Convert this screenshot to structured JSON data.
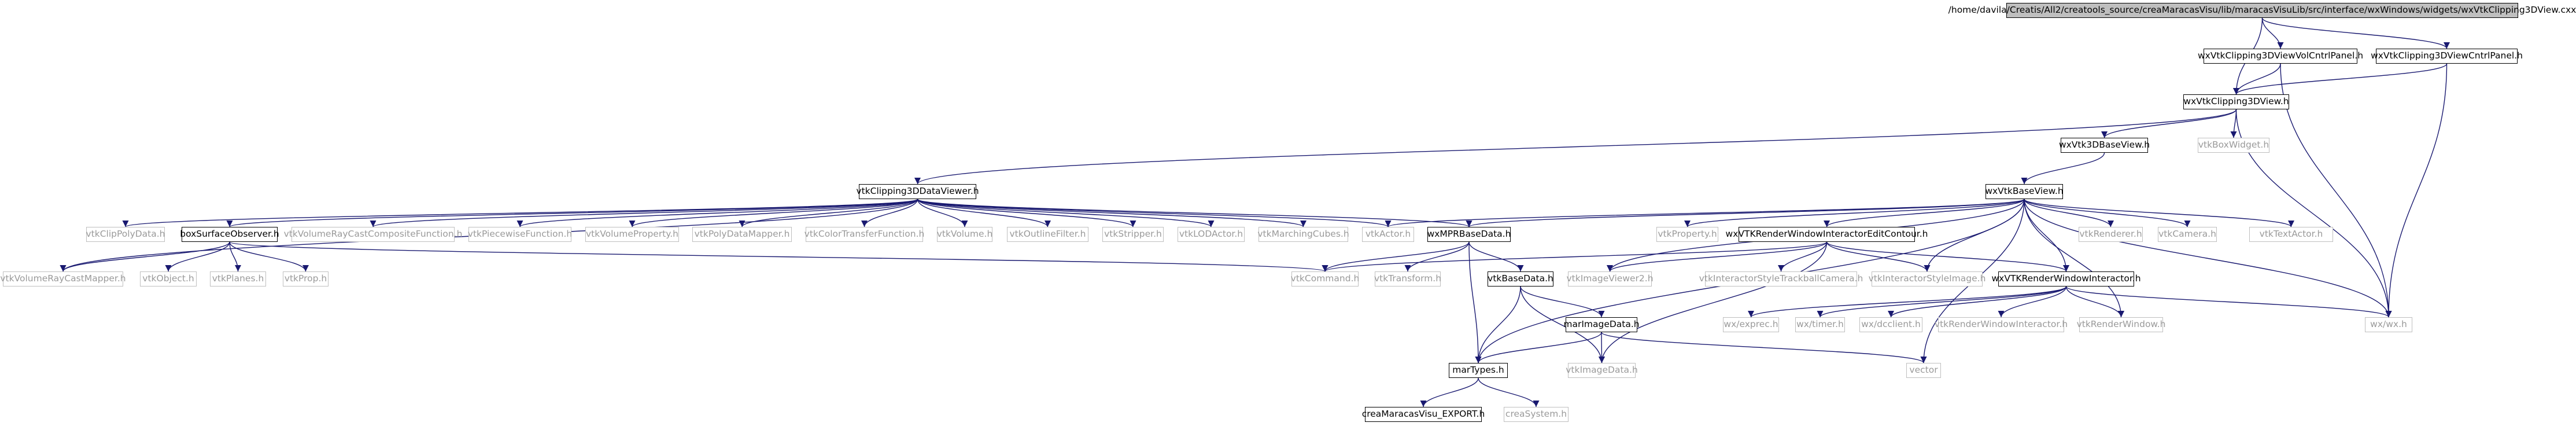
{
  "colors": {
    "edge": "#191970",
    "boxed_border": "#000000",
    "root_fill": "#bfbfbf",
    "plain_border": "#bfbfbf",
    "plain_text": "#9a9a9a"
  },
  "nodes": {
    "root": {
      "label": "/home/davila/Creatis/All2/creatools_source/creaMaracasVisu/lib/maracasVisuLib/src/interface/wxWindows/widgets/wxVtkClipping3DView.cxx",
      "style": "root"
    },
    "volcntr": {
      "label": "wxVtkClipping3DViewVolCntrlPanel.h",
      "style": "boxed"
    },
    "cntrpanel": {
      "label": "wxVtkClipping3DViewCntrlPanel.h",
      "style": "boxed"
    },
    "clipview": {
      "label": "wxVtkClipping3DView.h",
      "style": "boxed"
    },
    "base3d": {
      "label": "wxVtk3DBaseView.h",
      "style": "boxed"
    },
    "boxwidget": {
      "label": "vtkBoxWidget.h",
      "style": "plain"
    },
    "dataviewer": {
      "label": "vtkClipping3DDataViewer.h",
      "style": "boxed"
    },
    "basevtk": {
      "label": "wxVtkBaseView.h",
      "style": "boxed"
    },
    "clippolydata": {
      "label": "vtkClipPolyData.h",
      "style": "plain"
    },
    "boxsurface": {
      "label": "boxSurfaceObserver.h",
      "style": "boxed"
    },
    "raycastcomp": {
      "label": "vtkVolumeRayCastCompositeFunction.h",
      "style": "plain"
    },
    "piecewise": {
      "label": "vtkPiecewiseFunction.h",
      "style": "plain"
    },
    "volprop": {
      "label": "vtkVolumeProperty.h",
      "style": "plain"
    },
    "polymapper": {
      "label": "vtkPolyDataMapper.h",
      "style": "plain"
    },
    "colortf": {
      "label": "vtkColorTransferFunction.h",
      "style": "plain"
    },
    "volume": {
      "label": "vtkVolume.h",
      "style": "plain"
    },
    "outline": {
      "label": "vtkOutlineFilter.h",
      "style": "plain"
    },
    "stripper": {
      "label": "vtkStripper.h",
      "style": "plain"
    },
    "lodactor": {
      "label": "vtkLODActor.h",
      "style": "plain"
    },
    "marching": {
      "label": "vtkMarchingCubes.h",
      "style": "plain"
    },
    "actor": {
      "label": "vtkActor.h",
      "style": "plain"
    },
    "mprbase": {
      "label": "wxMPRBaseData.h",
      "style": "boxed"
    },
    "property": {
      "label": "vtkProperty.h",
      "style": "plain"
    },
    "editcontour": {
      "label": "wxVTKRenderWindowInteractorEditContour.h",
      "style": "boxed"
    },
    "renderer": {
      "label": "vtkRenderer.h",
      "style": "plain"
    },
    "camera": {
      "label": "vtkCamera.h",
      "style": "plain"
    },
    "textactor": {
      "label": "vtkTextActor.h",
      "style": "plain"
    },
    "raycastmapper": {
      "label": "vtkVolumeRayCastMapper.h",
      "style": "plain"
    },
    "object": {
      "label": "vtkObject.h",
      "style": "plain"
    },
    "planes": {
      "label": "vtkPlanes.h",
      "style": "plain"
    },
    "prop": {
      "label": "vtkProp.h",
      "style": "plain"
    },
    "command": {
      "label": "vtkCommand.h",
      "style": "plain"
    },
    "transform": {
      "label": "vtkTransform.h",
      "style": "plain"
    },
    "basedata": {
      "label": "vtkBaseData.h",
      "style": "boxed"
    },
    "imageviewer2": {
      "label": "vtkImageViewer2.h",
      "style": "plain"
    },
    "trackball": {
      "label": "vtkInteractorStyleTrackballCamera.h",
      "style": "plain"
    },
    "styleimage": {
      "label": "vtkInteractorStyleImage.h",
      "style": "plain"
    },
    "rwi": {
      "label": "wxVTKRenderWindowInteractor.h",
      "style": "boxed"
    },
    "wxwx": {
      "label": "wx/wx.h",
      "style": "plain"
    },
    "marimage": {
      "label": "marImageData.h",
      "style": "boxed"
    },
    "exprec": {
      "label": "wx/exprec.h",
      "style": "plain"
    },
    "timer": {
      "label": "wx/timer.h",
      "style": "plain"
    },
    "dcclient": {
      "label": "wx/dcclient.h",
      "style": "plain"
    },
    "vtkrwi": {
      "label": "vtkRenderWindowInteractor.h",
      "style": "plain"
    },
    "renderwindow": {
      "label": "vtkRenderWindow.h",
      "style": "plain"
    },
    "martypes": {
      "label": "marTypes.h",
      "style": "boxed"
    },
    "imagedata": {
      "label": "vtkImageData.h",
      "style": "plain"
    },
    "vector": {
      "label": "vector",
      "style": "plain"
    },
    "export": {
      "label": "creaMaracasVisu_EXPORT.h",
      "style": "boxed"
    },
    "system": {
      "label": "creaSystem.h",
      "style": "plain"
    }
  },
  "edges": [
    [
      "root",
      "volcntr"
    ],
    [
      "root",
      "cntrpanel"
    ],
    [
      "root",
      "clipview"
    ],
    [
      "volcntr",
      "clipview"
    ],
    [
      "volcntr",
      "wxwx"
    ],
    [
      "cntrpanel",
      "clipview"
    ],
    [
      "cntrpanel",
      "wxwx"
    ],
    [
      "clipview",
      "base3d"
    ],
    [
      "clipview",
      "boxwidget"
    ],
    [
      "clipview",
      "dataviewer"
    ],
    [
      "clipview",
      "wxwx"
    ],
    [
      "base3d",
      "basevtk"
    ],
    [
      "dataviewer",
      "clippolydata"
    ],
    [
      "dataviewer",
      "boxsurface"
    ],
    [
      "dataviewer",
      "raycastcomp"
    ],
    [
      "dataviewer",
      "piecewise"
    ],
    [
      "dataviewer",
      "volprop"
    ],
    [
      "dataviewer",
      "polymapper"
    ],
    [
      "dataviewer",
      "colortf"
    ],
    [
      "dataviewer",
      "volume"
    ],
    [
      "dataviewer",
      "outline"
    ],
    [
      "dataviewer",
      "stripper"
    ],
    [
      "dataviewer",
      "lodactor"
    ],
    [
      "dataviewer",
      "marching"
    ],
    [
      "dataviewer",
      "actor"
    ],
    [
      "dataviewer",
      "mprbase"
    ],
    [
      "dataviewer",
      "raycastmapper"
    ],
    [
      "basevtk",
      "mprbase"
    ],
    [
      "basevtk",
      "property"
    ],
    [
      "basevtk",
      "editcontour"
    ],
    [
      "basevtk",
      "renderer"
    ],
    [
      "basevtk",
      "camera"
    ],
    [
      "basevtk",
      "textactor"
    ],
    [
      "basevtk",
      "imageviewer2"
    ],
    [
      "basevtk",
      "styleimage"
    ],
    [
      "basevtk",
      "rwi"
    ],
    [
      "basevtk",
      "wxwx"
    ],
    [
      "basevtk",
      "martypes"
    ],
    [
      "basevtk",
      "renderwindow"
    ],
    [
      "basevtk",
      "vector"
    ],
    [
      "basevtk",
      "actor"
    ],
    [
      "boxsurface",
      "raycastmapper"
    ],
    [
      "boxsurface",
      "object"
    ],
    [
      "boxsurface",
      "planes"
    ],
    [
      "boxsurface",
      "prop"
    ],
    [
      "boxsurface",
      "command"
    ],
    [
      "mprbase",
      "command"
    ],
    [
      "mprbase",
      "transform"
    ],
    [
      "mprbase",
      "basedata"
    ],
    [
      "mprbase",
      "martypes"
    ],
    [
      "editcontour",
      "command"
    ],
    [
      "editcontour",
      "imageviewer2"
    ],
    [
      "editcontour",
      "trackball"
    ],
    [
      "editcontour",
      "styleimage"
    ],
    [
      "editcontour",
      "rwi"
    ],
    [
      "editcontour",
      "imagedata"
    ],
    [
      "basedata",
      "marimage"
    ],
    [
      "basedata",
      "martypes"
    ],
    [
      "basedata",
      "imagedata"
    ],
    [
      "rwi",
      "exprec"
    ],
    [
      "rwi",
      "timer"
    ],
    [
      "rwi",
      "dcclient"
    ],
    [
      "rwi",
      "vtkrwi"
    ],
    [
      "rwi",
      "renderwindow"
    ],
    [
      "rwi",
      "wxwx"
    ],
    [
      "marimage",
      "martypes"
    ],
    [
      "marimage",
      "imagedata"
    ],
    [
      "marimage",
      "vector"
    ],
    [
      "martypes",
      "export"
    ],
    [
      "martypes",
      "system"
    ]
  ]
}
